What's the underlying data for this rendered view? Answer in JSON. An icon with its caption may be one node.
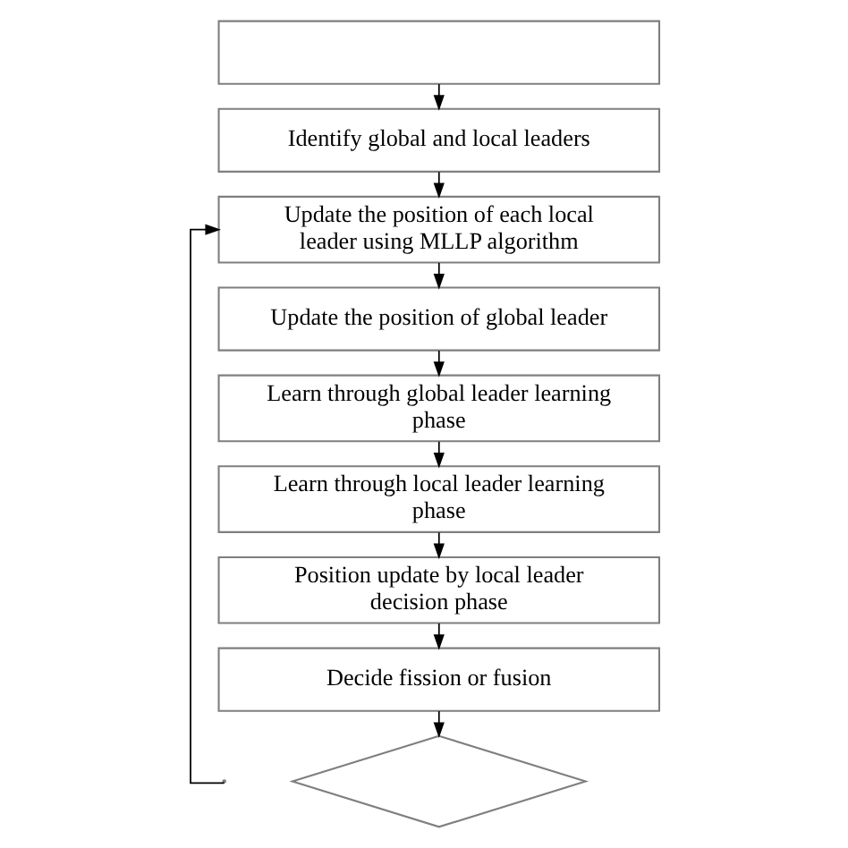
{
  "diagram": {
    "nodes": [
      {
        "text": [],
        "shape": "box"
      },
      {
        "text": [
          "Identify global and local leaders"
        ]
      },
      {
        "text": [
          "Update the position of each local leader using MLLP algorithm"
        ]
      },
      {
        "text": [
          "Update the position of global leader"
        ]
      },
      {
        "text": [
          "Learn through global leader learning phase"
        ]
      },
      {
        "text": [
          "Learn through local leader learning phase"
        ]
      },
      {
        "text": [
          "Position update by local leader decision phase"
        ]
      },
      {
        "text": [
          "Decide fission or fusion"
        ]
      },
      {
        "text": [],
        "shape": "diamond"
      }
    ],
    "edges": [
      {
        "from": 0,
        "to": 1,
        "arrow": "to"
      },
      {
        "from": 1,
        "to": 2,
        "arrow": "to"
      },
      {
        "from": 2,
        "to": 3,
        "arrow": "to"
      },
      {
        "from": 3,
        "to": 4,
        "arrow": "to"
      },
      {
        "from": 4,
        "to": 5,
        "arrow": "to"
      },
      {
        "from": 5,
        "to": 6,
        "arrow": "to"
      },
      {
        "from": 6,
        "to": 7,
        "arrow": "to"
      },
      {
        "from": 7,
        "to": 8,
        "arrow": "to"
      },
      {
        "from": null,
        "to": 2,
        "arrow": "to"
      }
    ]
  }
}
